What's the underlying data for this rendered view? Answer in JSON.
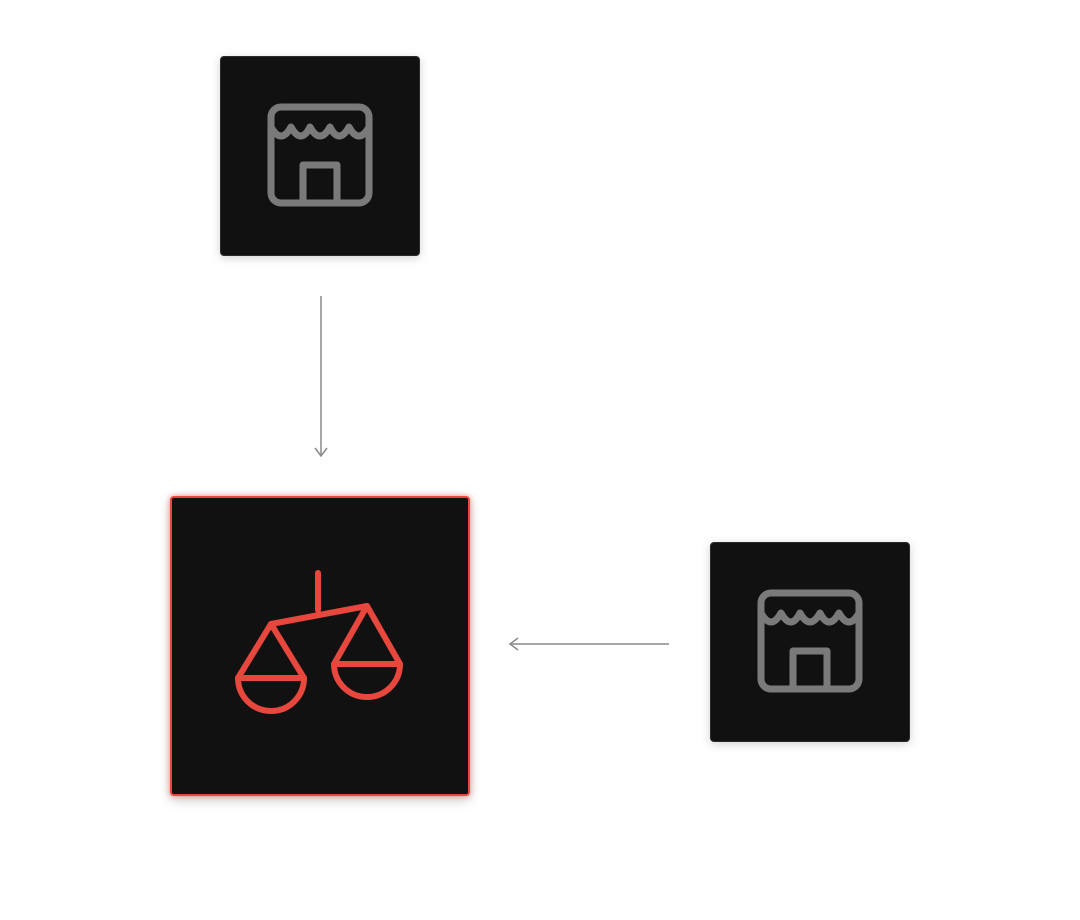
{
  "nodes": [
    {
      "id": "source-top",
      "icon": "storefront-icon",
      "color": "#7a7a7a"
    },
    {
      "id": "source-right",
      "icon": "storefront-icon",
      "color": "#7a7a7a"
    },
    {
      "id": "target",
      "icon": "balance-scale-icon",
      "color": "#e8473e",
      "highlighted": true
    }
  ],
  "edges": [
    {
      "from": "source-top",
      "to": "target",
      "direction": "down"
    },
    {
      "from": "source-right",
      "to": "target",
      "direction": "left"
    }
  ],
  "colors": {
    "background": "#ffffff",
    "node_fill": "#111111",
    "node_border": "#2a2a2a",
    "accent": "#e8473e",
    "icon_muted": "#7a7a7a",
    "connector": "#8a8a8a"
  }
}
